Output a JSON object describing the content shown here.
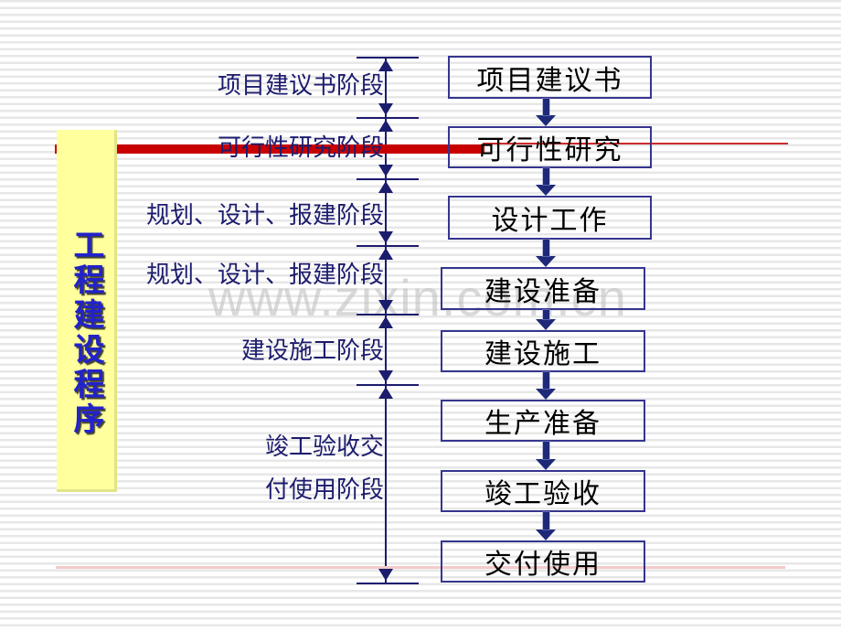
{
  "slide": {
    "banner": {
      "text": "工程建设程序"
    },
    "watermark": {
      "text": "www.zixin.com.cn"
    },
    "stage_labels": [
      {
        "label": "项目建议书阶段"
      },
      {
        "label": "可行性研究阶段"
      },
      {
        "label": "规划、设计、报建阶段"
      },
      {
        "label": "规划、设计、报建阶段"
      },
      {
        "label": "建设施工阶段"
      },
      {
        "line1": "竣工验收交",
        "line2": "付使用阶段"
      }
    ],
    "flow_boxes": [
      {
        "label": "项目建议书"
      },
      {
        "label": "可行性研究"
      },
      {
        "label": "设计工作"
      },
      {
        "label": "建设准备"
      },
      {
        "label": "建设施工"
      },
      {
        "label": "生产准备"
      },
      {
        "label": "竣工验收"
      },
      {
        "label": "交付使用"
      }
    ],
    "colors": {
      "accent_red_bar": "#c80000",
      "thin_red_line": "#cc2a2a",
      "pink_underline": "#f4caca",
      "navy_text": "#1c1c6e",
      "box_border": "#35358f",
      "arrow_fill": "#1e2a78",
      "banner_background": "#ffff9e",
      "banner_text": "#2222cc",
      "stripe_gray": "#e7e7e7",
      "watermark_gray": "#c3c3c3"
    }
  }
}
